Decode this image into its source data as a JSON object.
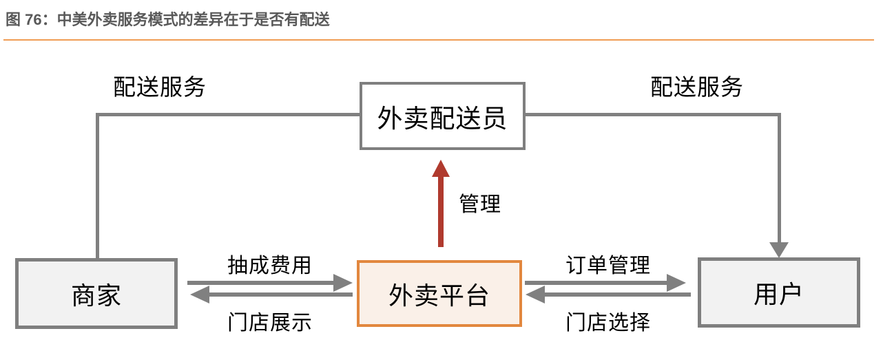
{
  "figure": {
    "title": "图 76：中美外卖服务模式的差异在于是否有配送"
  },
  "colors": {
    "title_text": "#595959",
    "title_rule_orange": "#F09C53",
    "connector_gray": "#808080",
    "node_border_gray": "#7F7F7F",
    "node_fill_gray": "#F2F2F2",
    "platform_border_orange": "#E2873E",
    "platform_fill_peach": "#FAF0E8",
    "manage_arrow_red": "#B03A2E"
  },
  "diagram": {
    "nodes": {
      "courier": {
        "label": "外卖配送员"
      },
      "merchant": {
        "label": "商家"
      },
      "platform": {
        "label": "外卖平台"
      },
      "user": {
        "label": "用户"
      }
    },
    "edge_labels": {
      "delivery_left": "配送服务",
      "delivery_right": "配送服务",
      "manage": "管理",
      "commission": "抽成费用",
      "store_display": "门店展示",
      "order_manage": "订单管理",
      "store_select": "门店选择"
    }
  }
}
